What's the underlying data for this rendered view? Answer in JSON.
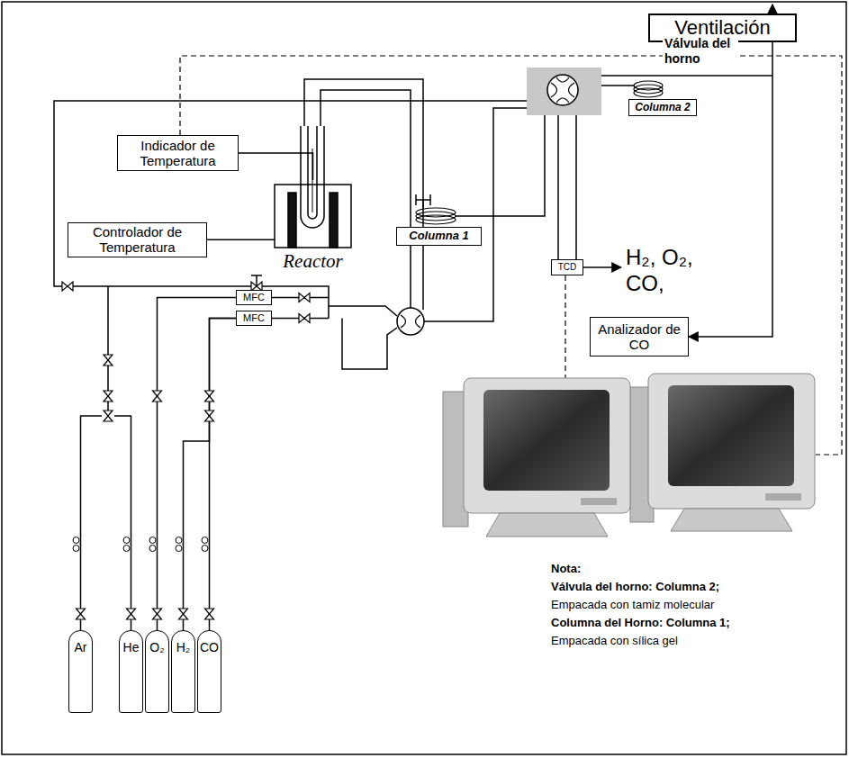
{
  "diagram": {
    "nodes": [
      {
        "text": [
          "Ventilación"
        ]
      },
      {
        "text": [
          "Indicador de Temperatura"
        ]
      },
      {
        "text": [
          "Controlador de Temperatura"
        ]
      },
      {
        "text": [
          "Reactor"
        ]
      },
      {
        "text": [
          "Columna 2"
        ]
      },
      {
        "text": [
          "Columna 1"
        ]
      },
      {
        "text": [
          "TCD"
        ]
      },
      {
        "text": [
          "Analizador de CO"
        ]
      },
      {
        "text": [
          "MFC"
        ]
      },
      {
        "text": [
          "MFC"
        ]
      },
      {
        "text": [
          "Ar"
        ]
      },
      {
        "text": [
          "He"
        ]
      },
      {
        "text": [
          "O₂"
        ]
      },
      {
        "text": [
          "H₂"
        ]
      },
      {
        "text": [
          "CO"
        ]
      }
    ],
    "edges": [
      {
        "from": 1,
        "to": 3,
        "arrow": "none"
      },
      {
        "from": 2,
        "to": 3,
        "arrow": "none"
      },
      {
        "from": 0,
        "to": 7,
        "arrow": "to"
      },
      {
        "from": 12,
        "to": 8,
        "arrow": "none"
      },
      {
        "from": 13,
        "to": 9,
        "arrow": "none"
      },
      {
        "from": 14,
        "to": 9,
        "arrow": "none"
      }
    ],
    "labels": [
      "Válvula del horno",
      "H₂, O₂, CO,",
      "Nota:",
      "Válvula del horno: Columna 2;",
      "Empacada con tamiz molecular",
      "Columna del Horno: Columna 1;",
      "Empacada con sílica gel"
    ]
  }
}
